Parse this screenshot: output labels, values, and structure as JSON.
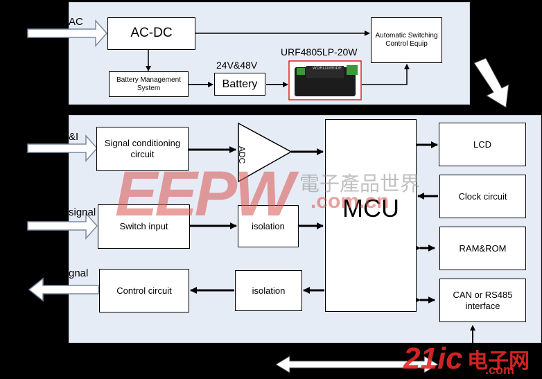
{
  "power": {
    "ac_label": "AC",
    "acdc": "AC-DC",
    "bms": "Battery  Management System",
    "voltage": "24V&48V",
    "battery": "Battery",
    "module": "URF4805LP-20W",
    "module_print": "WORLDWEIDE",
    "switching": "Automatic Switching Control Equip"
  },
  "control": {
    "analog_label": "&I",
    "digital_in_label": "signal",
    "digital_out_label": "gnal",
    "signal_conditioning": "Signal conditioning circuit",
    "adc": "ADC",
    "switch_input": "Switch input",
    "isolation_in": "isolation",
    "control_circuit": "Control circuit",
    "isolation_out": "isolation",
    "mcu": "MCU",
    "lcd": "LCD",
    "clock": "Clock circuit",
    "ram_rom": "RAM&ROM",
    "can": "CAN or RS485 interface"
  },
  "watermark": {
    "brand": "EEPW",
    "chinese": "電子產品世界",
    "domain": ".com.cn",
    "corner_brand": "21ic",
    "corner_chinese": "电子网",
    "corner_domain": ".com"
  },
  "colors": {
    "background": "#000000",
    "panel": "#e6ecf5",
    "module_border": "#e02020",
    "watermark_red": "#d9534f"
  }
}
